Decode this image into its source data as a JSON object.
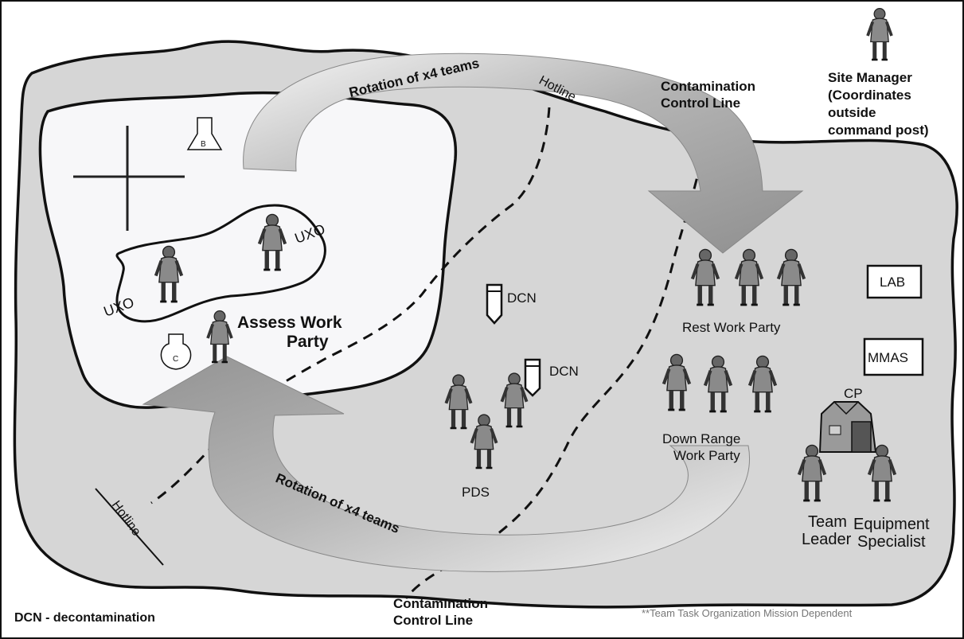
{
  "labels": {
    "rotation_top": "Rotation of x4 teams",
    "rotation_bottom": "Rotation of x4 teams",
    "hotline_top": "Hotline",
    "hotline_bottom": "Hotline",
    "contamination_top_1": "Contamination",
    "contamination_top_2": "Control Line",
    "contamination_bottom_1": "Contamination",
    "contamination_bottom_2": "Control Line",
    "site_manager_1": "Site Manager",
    "site_manager_2": "(Coordinates",
    "site_manager_3": "outside",
    "site_manager_4": "command post)",
    "marker_b": "B",
    "marker_c": "C",
    "uxo_1": "UXO",
    "uxo_2": "UXO",
    "assess_1": "Assess Work",
    "assess_2": "Party",
    "dcn_1": "DCN",
    "dcn_2": "DCN",
    "pds": "PDS",
    "rest_work_party": "Rest Work Party",
    "down_range_1": "Down Range",
    "down_range_2": "Work Party",
    "lab": "LAB",
    "mmas": "MMAS",
    "cp": "CP",
    "team_leader_1": "Team",
    "team_leader_2": "Leader",
    "equipment_1": "Equipment",
    "equipment_2": "Specialist",
    "dcn_legend": "DCN - decontamination",
    "footnote": "**Team Task Organization Mission Dependent"
  },
  "colors": {
    "outer_zone": "#d6d6d6",
    "inner_zone": "#f7f7f9",
    "arrow_light": "#f2f2f2",
    "arrow_dark": "#9c9c9c",
    "ink": "#111111",
    "figure": "#8a8a8a"
  }
}
